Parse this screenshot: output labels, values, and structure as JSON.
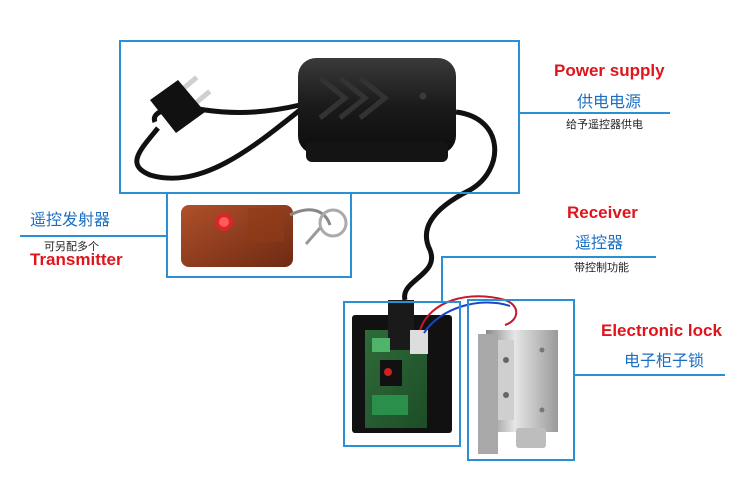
{
  "power_supply": {
    "title_en": "Power supply",
    "title_cn": "供电电源",
    "note": "给予遥控器供电"
  },
  "transmitter": {
    "title_cn": "遥控发射器",
    "note": "可另配多个",
    "title_en": "Transmitter"
  },
  "receiver": {
    "title_en": "Receiver",
    "title_cn": "遥控器",
    "note": "带控制功能"
  },
  "lock": {
    "title_en": "Electronic lock",
    "title_cn": "电子柜子锁"
  },
  "colors": {
    "frame": "#2b8fd6",
    "title_en": "#e0141c",
    "title_cn": "#1b6fc2"
  }
}
